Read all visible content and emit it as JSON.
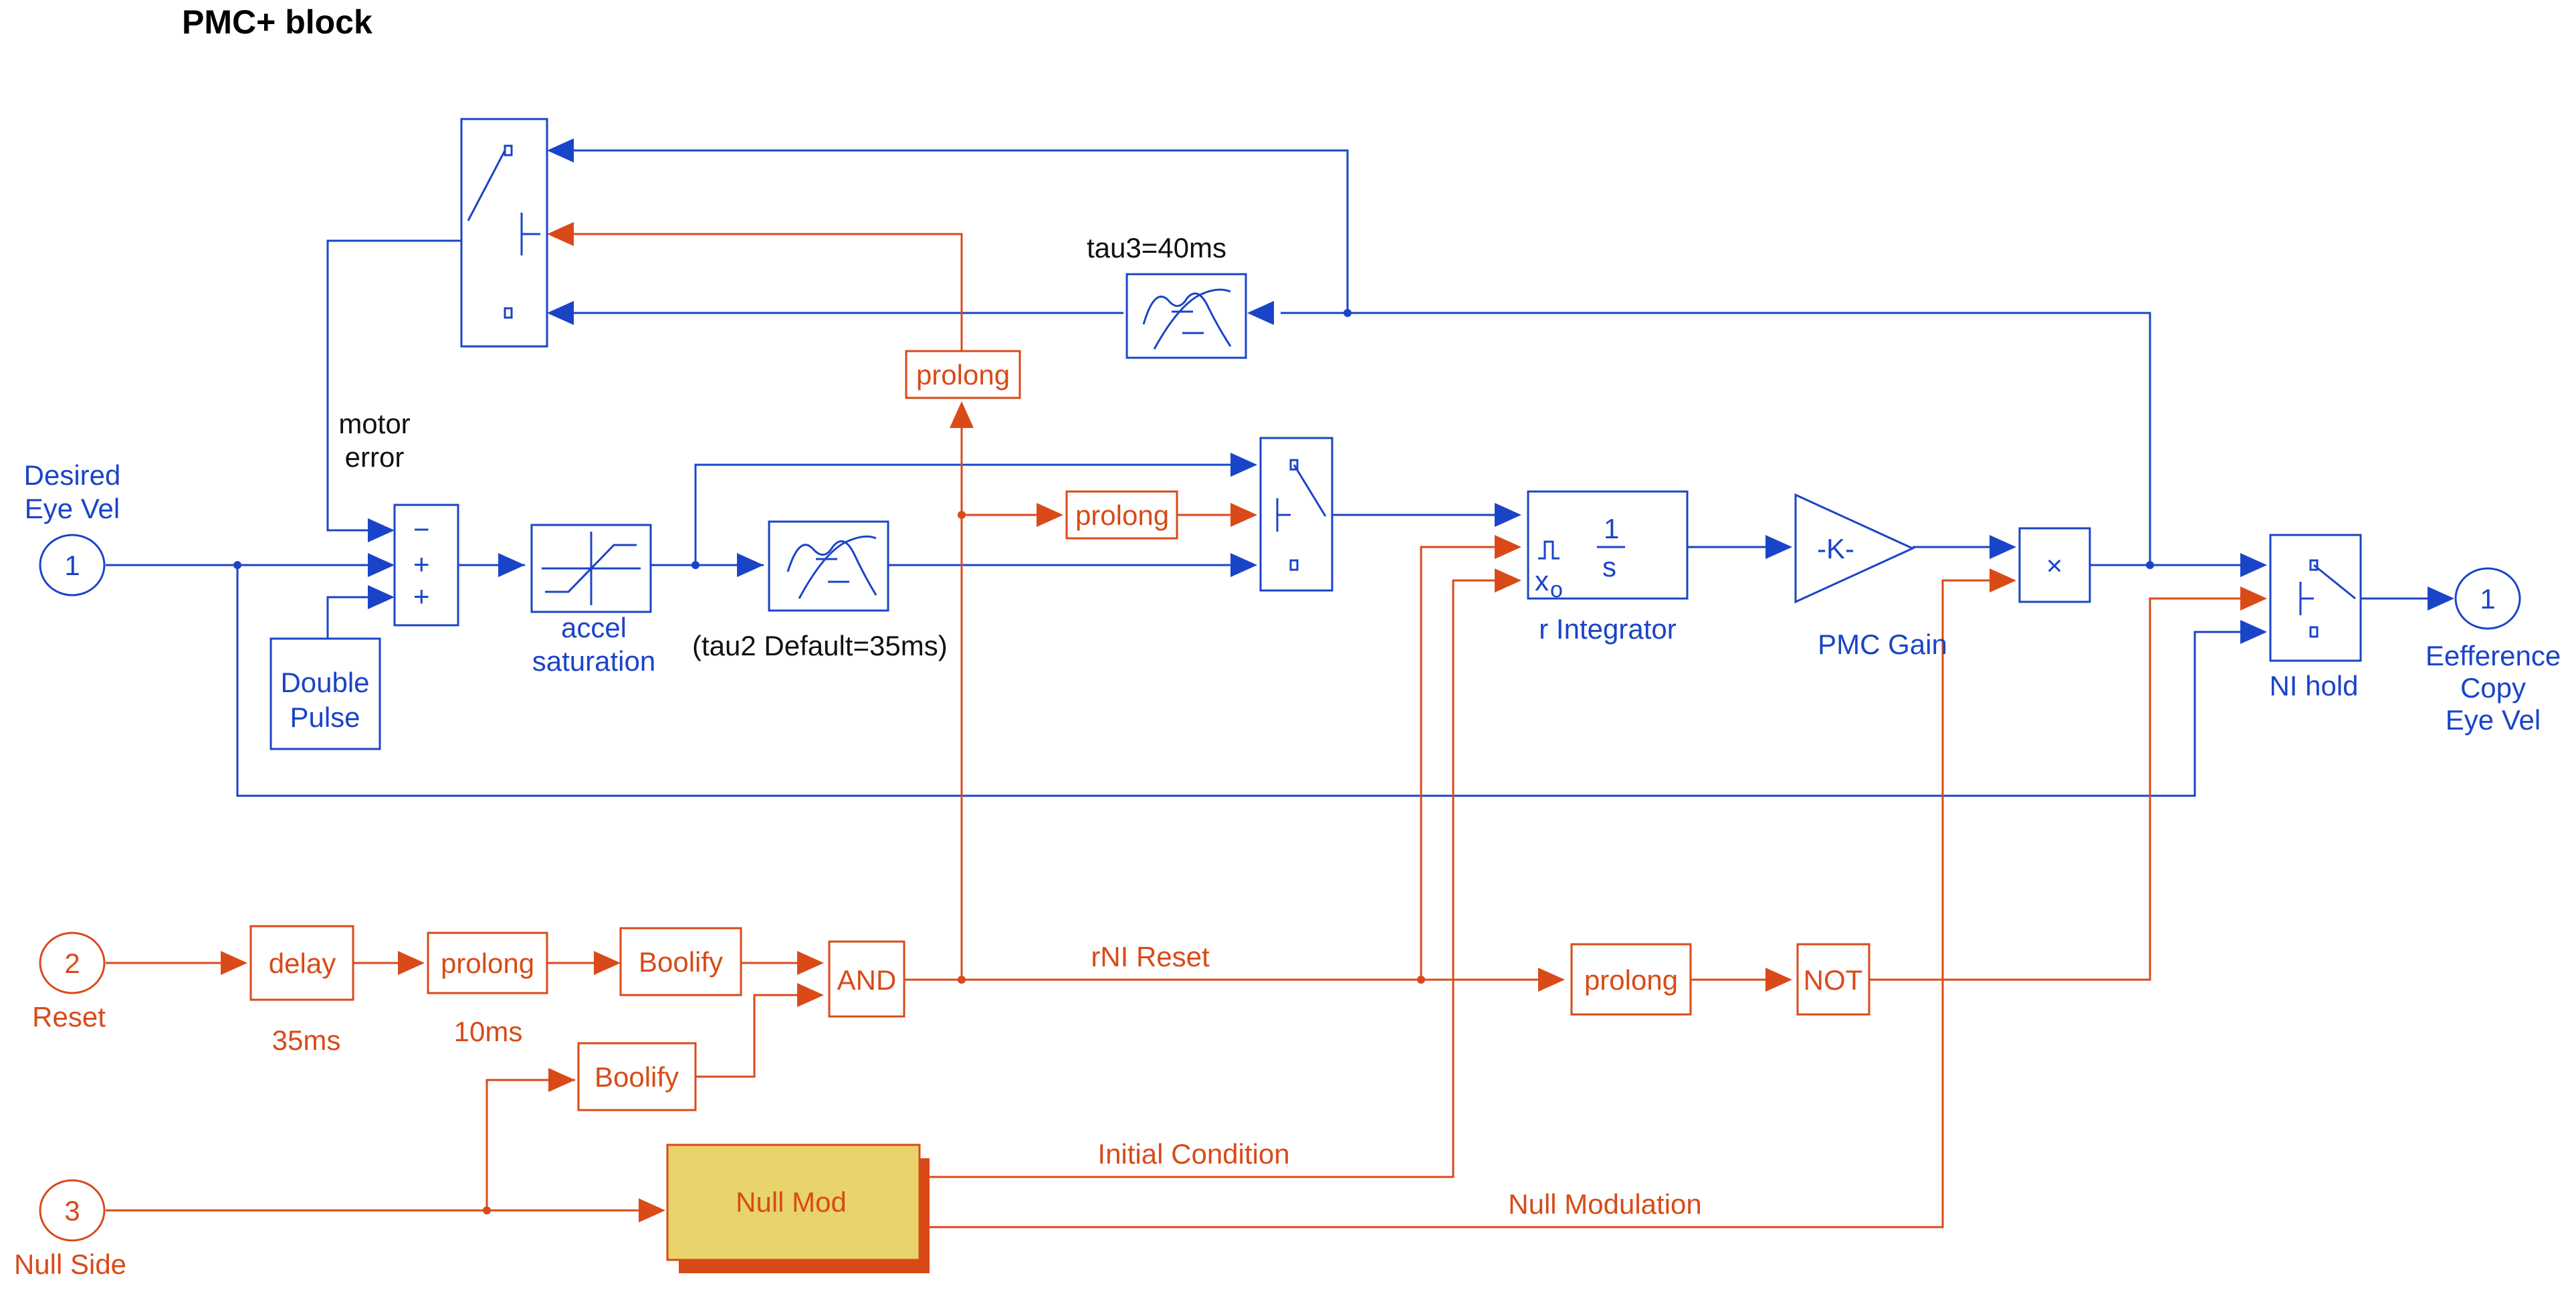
{
  "title": "PMC+ block",
  "ports": {
    "in1": {
      "number": "1",
      "label_line1": "Desired",
      "label_line2": "Eye Vel"
    },
    "in2": {
      "number": "2",
      "label": "Reset"
    },
    "in3": {
      "number": "3",
      "label": "Null Side"
    },
    "out1": {
      "number": "1",
      "label_line1": "Eefference",
      "label_line2": "Copy",
      "label_line3": "Eye Vel"
    }
  },
  "blocks": {
    "sum_signs": [
      "−",
      "+",
      "+"
    ],
    "double_pulse": {
      "line1": "Double",
      "line2": "Pulse"
    },
    "accel_saturation": {
      "line1": "accel",
      "line2": "saturation"
    },
    "tau2_caption": "(tau2 Default=35ms)",
    "tau3_caption": "tau3=40ms",
    "prolong_top": "prolong",
    "prolong_mid": "prolong",
    "prolong_reset": "prolong",
    "prolong_bottom": "prolong",
    "r_integrator": {
      "numerator": "1",
      "denominator": "s",
      "reset_symbol": "⎍",
      "x0": "x",
      "x0_sub": "o",
      "label": "r Integrator"
    },
    "pmc_gain": {
      "symbol": "-K-",
      "label": "PMC Gain"
    },
    "product": "×",
    "ni_hold": "NI hold",
    "delay": {
      "label": "delay",
      "caption": "35ms"
    },
    "prolong_10ms_caption": "10ms",
    "boolify_1": "Boolify",
    "boolify_2": "Boolify",
    "and_gate": "AND",
    "not_gate": "NOT",
    "null_mod": "Null Mod"
  },
  "signals": {
    "motor_error_line1": "motor",
    "motor_error_line2": "error",
    "rni_reset": "rNI Reset",
    "initial_condition": "Initial Condition",
    "null_modulation": "Null Modulation"
  },
  "colors": {
    "blue_signal": "#1a44c8",
    "red_signal": "#d94a18",
    "null_mod_fill": "#e8d46a",
    "null_mod_shadow": "#d94a18"
  }
}
